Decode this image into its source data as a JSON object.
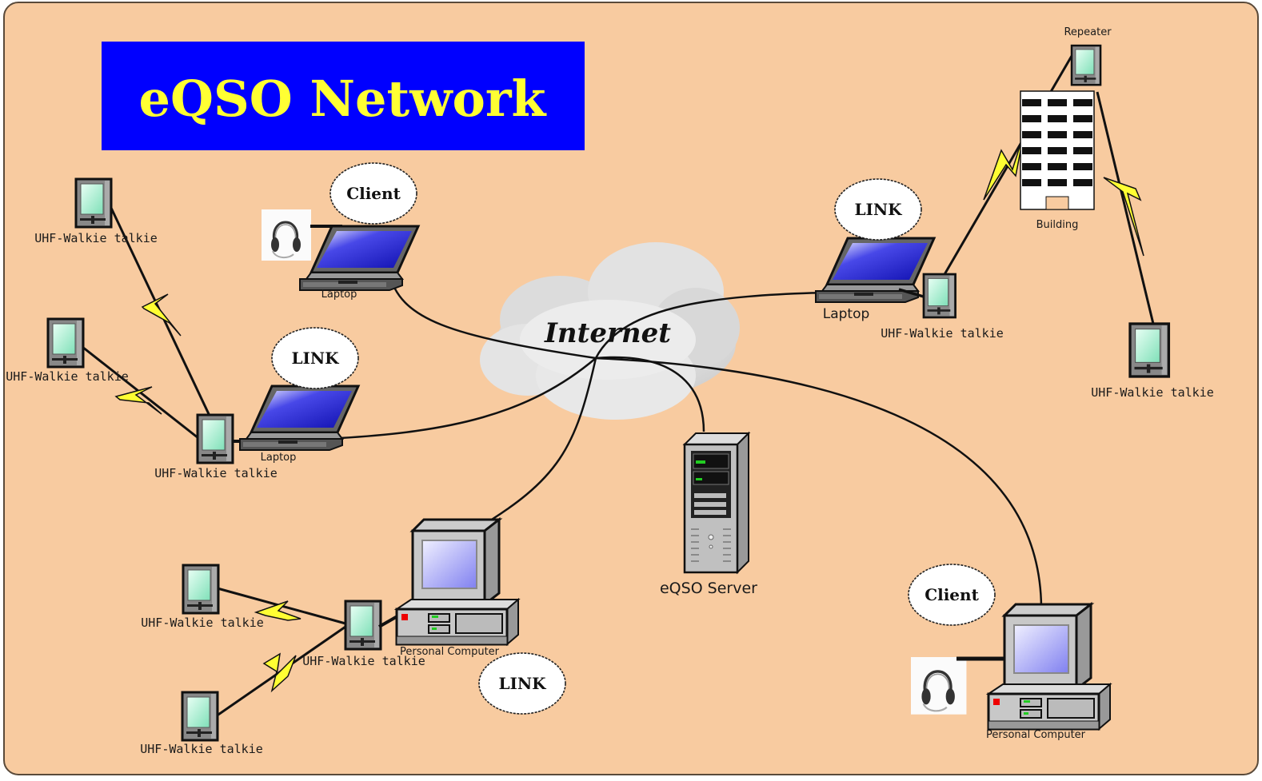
{
  "title": "eQSO Network",
  "colors": {
    "background": "#f8cba0",
    "title_box": "#0000ff",
    "title_text": "#ffff33",
    "bolt": "#ffff33",
    "screen_green": "#aef0cc",
    "laptop_screen": "#2020d0"
  },
  "internet": {
    "label": "Internet",
    "icon": "cloud-icon"
  },
  "server": {
    "label": "eQSO Server",
    "icon": "server-icon"
  },
  "repeater": {
    "label": "Repeater",
    "icon": "walkie-talkie-icon"
  },
  "building": {
    "label": "Building",
    "icon": "building-icon"
  },
  "nodes": {
    "client_laptop": {
      "bubble": "Client",
      "device_label": "Laptop",
      "accessory": "headset-icon"
    },
    "left_link_laptop": {
      "bubble": "LINK",
      "device_label": "Laptop",
      "radio_label": "UHF-Walkie talkie"
    },
    "right_link_laptop": {
      "bubble": "LINK",
      "device_label": "Laptop",
      "radio_label": "UHF-Walkie talkie"
    },
    "bottom_link_pc": {
      "bubble": "LINK",
      "device_label": "Personal Computer",
      "radio_label": "UHF-Walkie talkie"
    },
    "client_pc": {
      "bubble": "Client",
      "device_label": "Personal Computer",
      "accessory": "headset-icon"
    }
  },
  "walkies": {
    "top_left": "UHF-Walkie talkie",
    "mid_left": "UHF-Walkie talkie",
    "bottom_left_1": "UHF-Walkie talkie",
    "bottom_left_2": "UHF-Walkie talkie",
    "right_far": "UHF-Walkie talkie"
  }
}
